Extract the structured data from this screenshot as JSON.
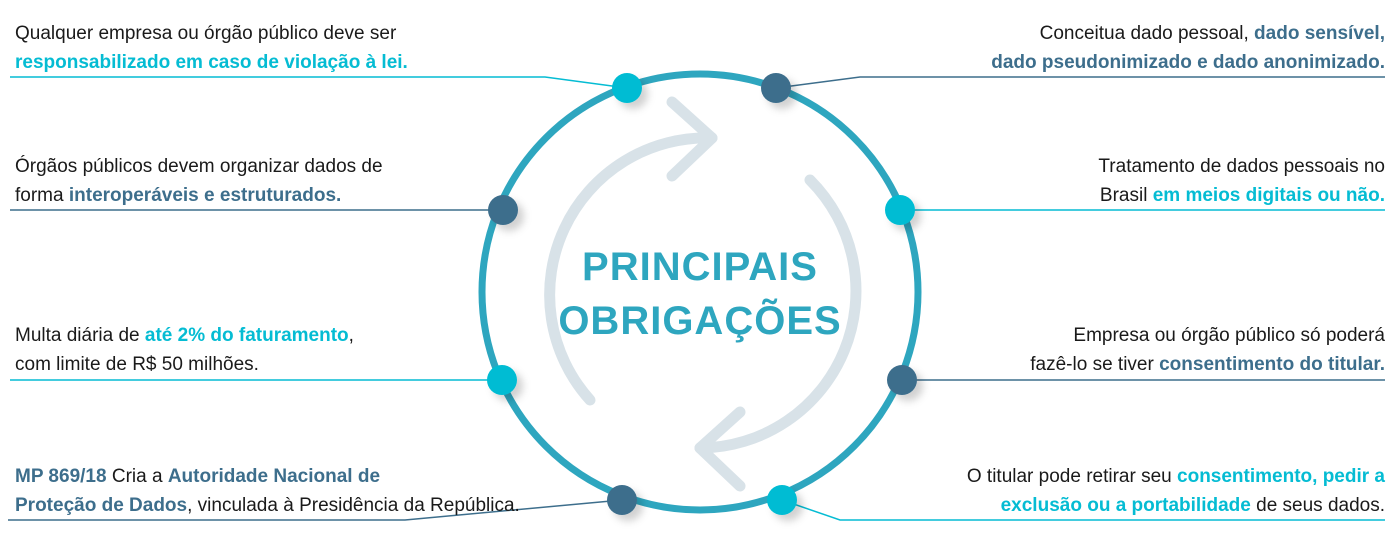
{
  "title": {
    "line1": "PRINCIPAIS",
    "line2": "OBRIGAÇÕES"
  },
  "colors": {
    "ring": "#2ea6bf",
    "cyan": "#05bcd3",
    "dark": "#3d6e8c",
    "arrow": "#d8e2e8"
  },
  "items": {
    "tl": {
      "a": "Qualquer empresa ou órgão público deve ser",
      "b": "responsabilizado em caso de violação à lei."
    },
    "ml1": {
      "a": "Órgãos públicos devem organizar dados de",
      "b": "forma ",
      "c": "interoperáveis e estruturados."
    },
    "ml2": {
      "a": "Multa diária de ",
      "b": "até 2% do faturamento",
      "c": ",",
      "d": "com limite de R$ 50 milhões."
    },
    "bl": {
      "a": "MP 869/18",
      "b": " Cria a ",
      "c": "Autoridade Nacional de",
      "d": "Proteção de Dados",
      "e": ", vinculada à Presidência da República."
    },
    "tr": {
      "a": "Conceitua dado pessoal, ",
      "b": "dado sensível,",
      "c": "dado pseudonimizado e dado anonimizado."
    },
    "mr1": {
      "a": "Tratamento de dados pessoais no",
      "b": "Brasil ",
      "c": "em meios digitais ou não."
    },
    "mr2": {
      "a": "Empresa ou órgão público só poderá",
      "b": "fazê-lo se tiver ",
      "c": "consentimento do titular."
    },
    "br": {
      "a": "O titular pode retirar seu ",
      "b": "consentimento, pedir a",
      "c": "exclusão ou a portabilidade",
      "d": " de seus dados."
    }
  }
}
